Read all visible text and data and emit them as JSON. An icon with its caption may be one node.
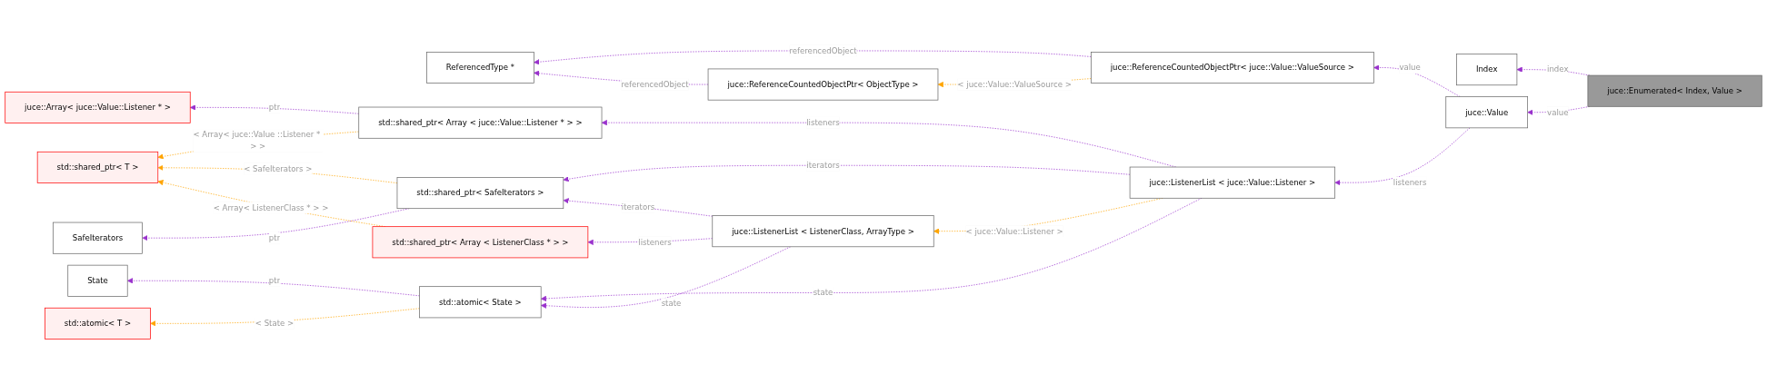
{
  "diagram": {
    "nodes": [
      {
        "text": [
          "juce::Enumerated< Index, Value >"
        ]
      },
      {
        "text": [
          "Index"
        ]
      },
      {
        "text": [
          "juce::Value"
        ]
      },
      {
        "text": [
          "juce::ReferenceCountedObjectPtr< juce::Value::ValueSource >"
        ]
      },
      {
        "text": [
          "juce::ListenerList < juce::Value::Listener >"
        ]
      },
      {
        "text": [
          "ReferencedType *"
        ]
      },
      {
        "text": [
          "juce::ReferenceCountedObjectPtr< ObjectType >"
        ]
      },
      {
        "text": [
          "std::shared_ptr< Array < juce::Value::Listener * > >"
        ]
      },
      {
        "text": [
          "juce::Array< juce::Value::Listener * >"
        ]
      },
      {
        "text": [
          "std::shared_ptr< T >"
        ]
      },
      {
        "text": [
          "std::shared_ptr< SafeIterators >"
        ]
      },
      {
        "text": [
          "SafeIterators"
        ]
      },
      {
        "text": [
          "juce::ListenerList < ListenerClass, ArrayType >"
        ]
      },
      {
        "text": [
          "std::shared_ptr< Array < ListenerClass * > >"
        ]
      },
      {
        "text": [
          "std::atomic< State >"
        ]
      },
      {
        "text": [
          "State"
        ]
      },
      {
        "text": [
          "std::atomic< T >"
        ]
      }
    ],
    "edges": [
      {
        "from": 0,
        "to": 1,
        "arrow": "to",
        "label": "index",
        "style": "dashed"
      },
      {
        "from": 0,
        "to": 2,
        "arrow": "to",
        "label": "value",
        "style": "dashed"
      },
      {
        "from": 2,
        "to": 3,
        "arrow": "to",
        "label": "value",
        "style": "dashed"
      },
      {
        "from": 2,
        "to": 4,
        "arrow": "to",
        "label": "listeners",
        "style": "dashed"
      },
      {
        "from": 3,
        "to": 5,
        "arrow": "to",
        "label": "referencedObject",
        "style": "dashed"
      },
      {
        "from": 3,
        "to": 6,
        "arrow": "to",
        "label": "< juce::Value::ValueSource >",
        "style": "dashed",
        "color": "#ffa500"
      },
      {
        "from": 6,
        "to": 5,
        "arrow": "to",
        "label": "referencedObject",
        "style": "dashed"
      },
      {
        "from": 4,
        "to": 7,
        "arrow": "to",
        "label": "listeners",
        "style": "dashed"
      },
      {
        "from": 4,
        "to": 10,
        "arrow": "to",
        "label": "iterators",
        "style": "dashed"
      },
      {
        "from": 4,
        "to": 14,
        "arrow": "to",
        "label": "state",
        "style": "dashed"
      },
      {
        "from": 4,
        "to": 12,
        "arrow": "to",
        "label": "< juce::Value::Listener >",
        "style": "dashed",
        "color": "#ffa500"
      },
      {
        "from": 7,
        "to": 8,
        "arrow": "to",
        "label": "ptr",
        "style": "dashed"
      },
      {
        "from": 7,
        "to": 9,
        "arrow": "to",
        "label": "< Array< juce::Value ::Listener * > >",
        "style": "dashed",
        "color": "#ffa500"
      },
      {
        "from": 10,
        "to": 9,
        "arrow": "to",
        "label": "< SafeIterators >",
        "style": "dashed",
        "color": "#ffa500"
      },
      {
        "from": 10,
        "to": 11,
        "arrow": "to",
        "label": "ptr",
        "style": "dashed"
      },
      {
        "from": 12,
        "to": 10,
        "arrow": "to",
        "label": "iterators",
        "style": "dashed"
      },
      {
        "from": 12,
        "to": 13,
        "arrow": "to",
        "label": "listeners",
        "style": "dashed"
      },
      {
        "from": 12,
        "to": 14,
        "arrow": "to",
        "label": "state",
        "style": "dashed"
      },
      {
        "from": 13,
        "to": 9,
        "arrow": "to",
        "label": "< Array< ListenerClass * > >",
        "style": "dashed",
        "color": "#ffa500"
      },
      {
        "from": 14,
        "to": 15,
        "arrow": "to",
        "label": "ptr",
        "style": "dashed"
      },
      {
        "from": 14,
        "to": 16,
        "arrow": "to",
        "label": "< State >",
        "style": "dashed",
        "color": "#ffa500"
      }
    ]
  }
}
